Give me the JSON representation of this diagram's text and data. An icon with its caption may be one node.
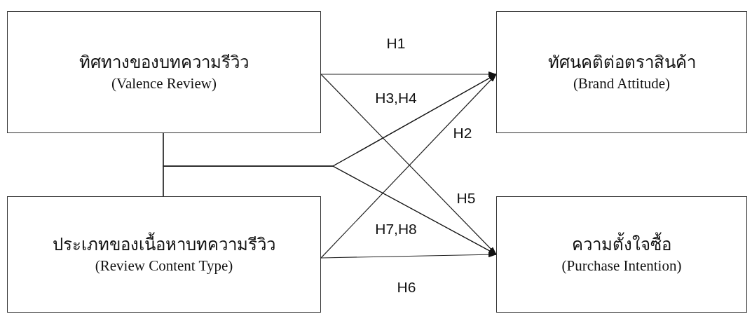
{
  "diagram": {
    "nodes": [
      {
        "text": [
          "ทิศทางของบทความรีวิว",
          "(Valence Review)"
        ]
      },
      {
        "text": [
          "ประเภทของเนื้อหาบทความรีวิว",
          "(Review Content Type)"
        ]
      },
      {
        "text": [
          "ทัศนคติต่อตราสินค้า",
          "(Brand Attitude)"
        ]
      },
      {
        "text": [
          "ความตั้งใจซื้อ",
          "(Purchase Intention)"
        ]
      }
    ],
    "edges": [
      {
        "from": 0,
        "to": 2,
        "arrow": "to",
        "label": "H1"
      },
      {
        "from": 0,
        "to": 2,
        "arrow": "to",
        "label": "H3,H4"
      },
      {
        "from": 1,
        "to": 2,
        "arrow": "to"
      },
      {
        "from": 1,
        "to": 2,
        "arrow": "to",
        "label": "H2"
      },
      {
        "from": 0,
        "to": 3,
        "arrow": "to",
        "label": "H5"
      },
      {
        "from": 0,
        "to": 3,
        "arrow": "to",
        "label": "H7,H8"
      },
      {
        "from": 1,
        "to": 3,
        "arrow": "to"
      },
      {
        "from": 1,
        "to": 3,
        "arrow": "to",
        "label": "H6"
      }
    ]
  }
}
